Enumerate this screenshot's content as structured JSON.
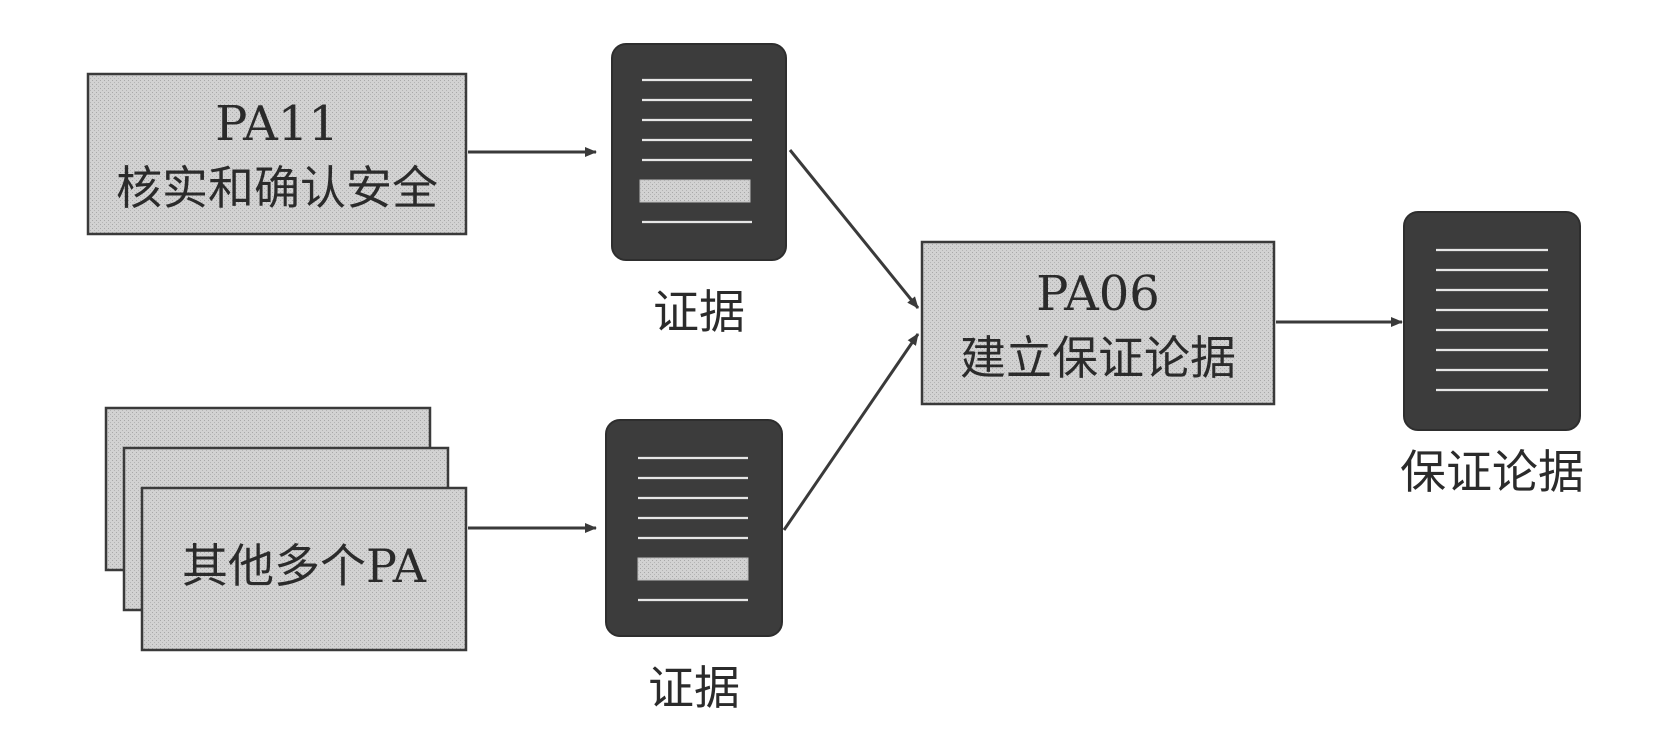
{
  "nodes": {
    "pa11": {
      "code": "PA11",
      "label": "核实和确认安全"
    },
    "others": {
      "label": "其他多个PA"
    },
    "pa06": {
      "code": "PA06",
      "label": "建立保证论据"
    }
  },
  "documents": {
    "evidence_top": {
      "caption": "证据"
    },
    "evidence_bottom": {
      "caption": "证据"
    },
    "assurance": {
      "caption": "保证论据"
    }
  },
  "colors": {
    "box_fill": "#d2d2d2",
    "doc_fill": "#3c3c3c",
    "line": "#3a3a3a"
  }
}
